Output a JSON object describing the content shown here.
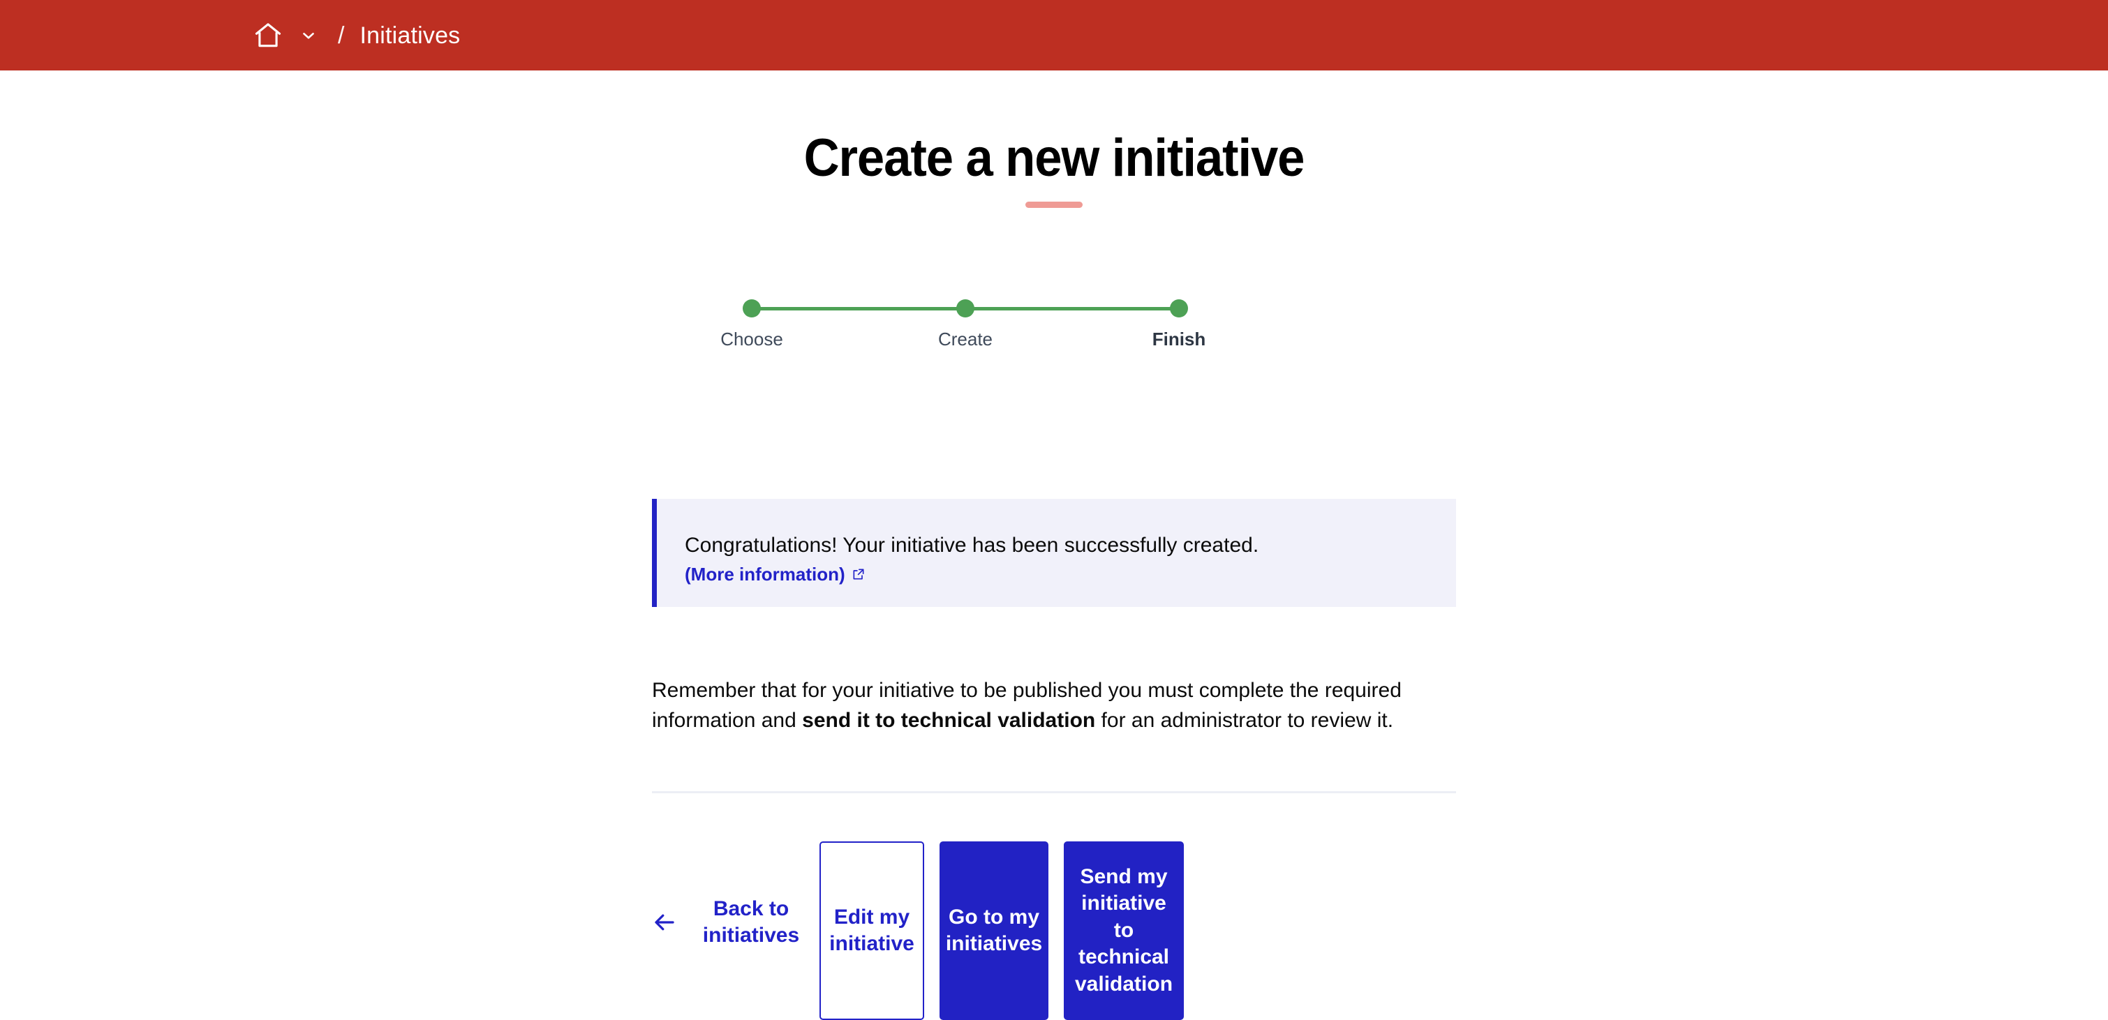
{
  "header": {
    "home_icon": "home-icon",
    "chevron_icon": "chevron-down-icon",
    "separator": "/",
    "breadcrumb_current": "Initiatives",
    "background_color": "#bd2f22"
  },
  "page": {
    "title": "Create a new initiative",
    "accent_color": "#ef9b95"
  },
  "stepper": {
    "active_color": "#4da155",
    "steps": [
      {
        "label": "Choose",
        "state": "done"
      },
      {
        "label": "Create",
        "state": "done"
      },
      {
        "label": "Finish",
        "state": "current"
      }
    ]
  },
  "alert": {
    "message": "Congratulations! Your initiative has been successfully created.",
    "link_label": "(More information)",
    "link_icon": "external-link-icon",
    "background_color": "#f1f1fa",
    "border_color": "#2222c4"
  },
  "body": {
    "text_before_bold": "Remember that for your initiative to be published you must complete the required information and ",
    "bold_text": "send it to technical validation",
    "text_after_bold": " for an administrator to review it."
  },
  "actions": {
    "back_icon": "arrow-left-icon",
    "back_label": "Back to initiatives",
    "edit_label": "Edit my initiative",
    "go_label": "Go to my initiatives",
    "send_label": "Send my initiative to technical validation",
    "primary_color": "#2222c4"
  }
}
